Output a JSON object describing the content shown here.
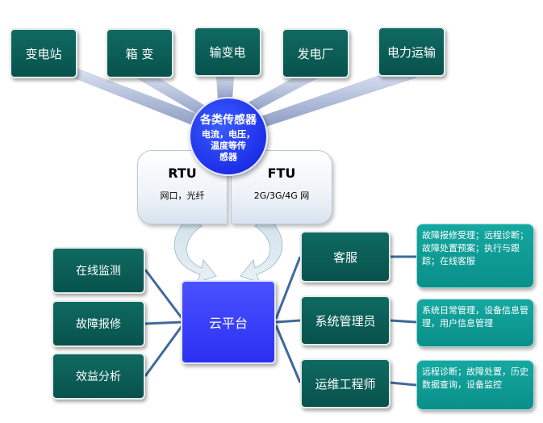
{
  "sources": [
    {
      "label": "变电站"
    },
    {
      "label": "箱 变"
    },
    {
      "label": "输变电"
    },
    {
      "label": "发电厂"
    },
    {
      "label": "电力运输"
    }
  ],
  "sensor": {
    "title": "各类传感器",
    "line1": "电流，电压，",
    "line2": "温度等传",
    "line3": "感器"
  },
  "terminals": [
    {
      "name": "RTU",
      "sub": "网口，光纤"
    },
    {
      "name": "FTU",
      "sub": "2G/3G/4G 网"
    }
  ],
  "platform": {
    "label": "云平台"
  },
  "functions": [
    {
      "label": "在线监测"
    },
    {
      "label": "故障报修"
    },
    {
      "label": "效益分析"
    }
  ],
  "roles": [
    {
      "label": "客服",
      "desc": "故障报修受理；远程诊断；故障处置预案；执行与跟踪；在线客服"
    },
    {
      "label": "系统管理员",
      "desc": "系统日常管理，设备信息管理，用户信息管理"
    },
    {
      "label": "运维工程师",
      "desc": "远程诊断；故障处置，历史数据查询，设备监控"
    }
  ],
  "colors": {
    "box": "#0b5e57",
    "desc": "#12a09a",
    "sensor": "#1d2fe8",
    "platform": "#2b2ff2",
    "connector": "#3f6a9c",
    "arrow": "#a9b7d6"
  }
}
